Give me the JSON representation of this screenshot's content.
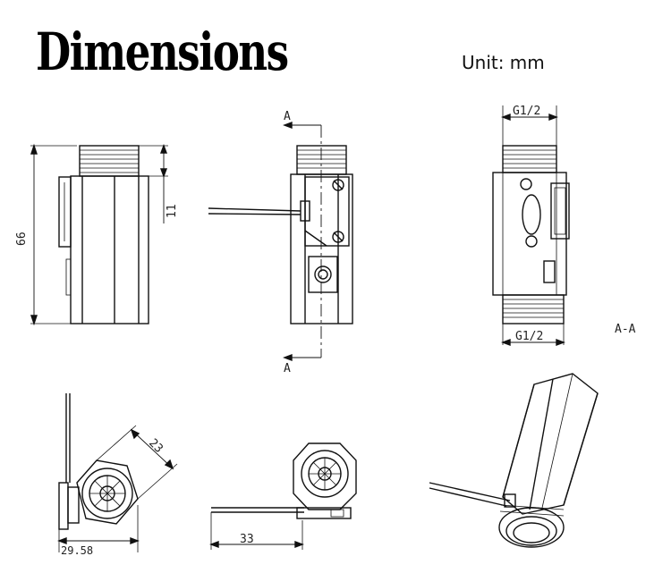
{
  "header": {
    "title": "Dimensions",
    "unit": "Unit: mm"
  },
  "labels": {
    "height_total": "66",
    "thread_len": "11",
    "section_top": "A",
    "section_bottom": "A",
    "thread_top": "G1/2",
    "thread_bottom": "G1/2",
    "section_name": "A-A",
    "hex_flat": "23",
    "width_bottom": "29.58",
    "cable_len": "33"
  }
}
